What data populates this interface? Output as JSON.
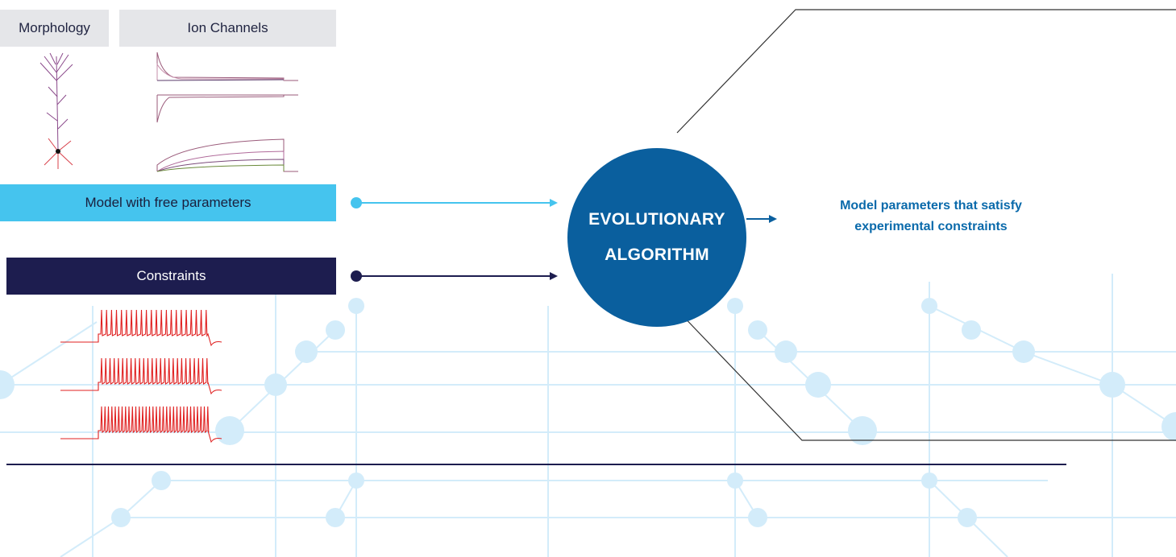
{
  "inputs": {
    "morphology_label": "Morphology",
    "ion_channels_label": "Ion Channels",
    "model_label": "Model with free parameters",
    "constraints_label": "Constraints"
  },
  "algorithm": {
    "line1": "EVOLUTIONARY",
    "line2": "ALGORITHM"
  },
  "output": {
    "line1": "Model parameters that satisfy",
    "line2": "experimental constraints"
  },
  "colors": {
    "model_arrow": "#45c4ee",
    "constraints_arrow": "#1d1d4f",
    "algorithm_circle": "#0a5f9e",
    "output_text": "#0a6aab",
    "spike_trace": "#e02020",
    "ion_trace": "#9a5a7a",
    "network_bg": "#d6eefb"
  }
}
